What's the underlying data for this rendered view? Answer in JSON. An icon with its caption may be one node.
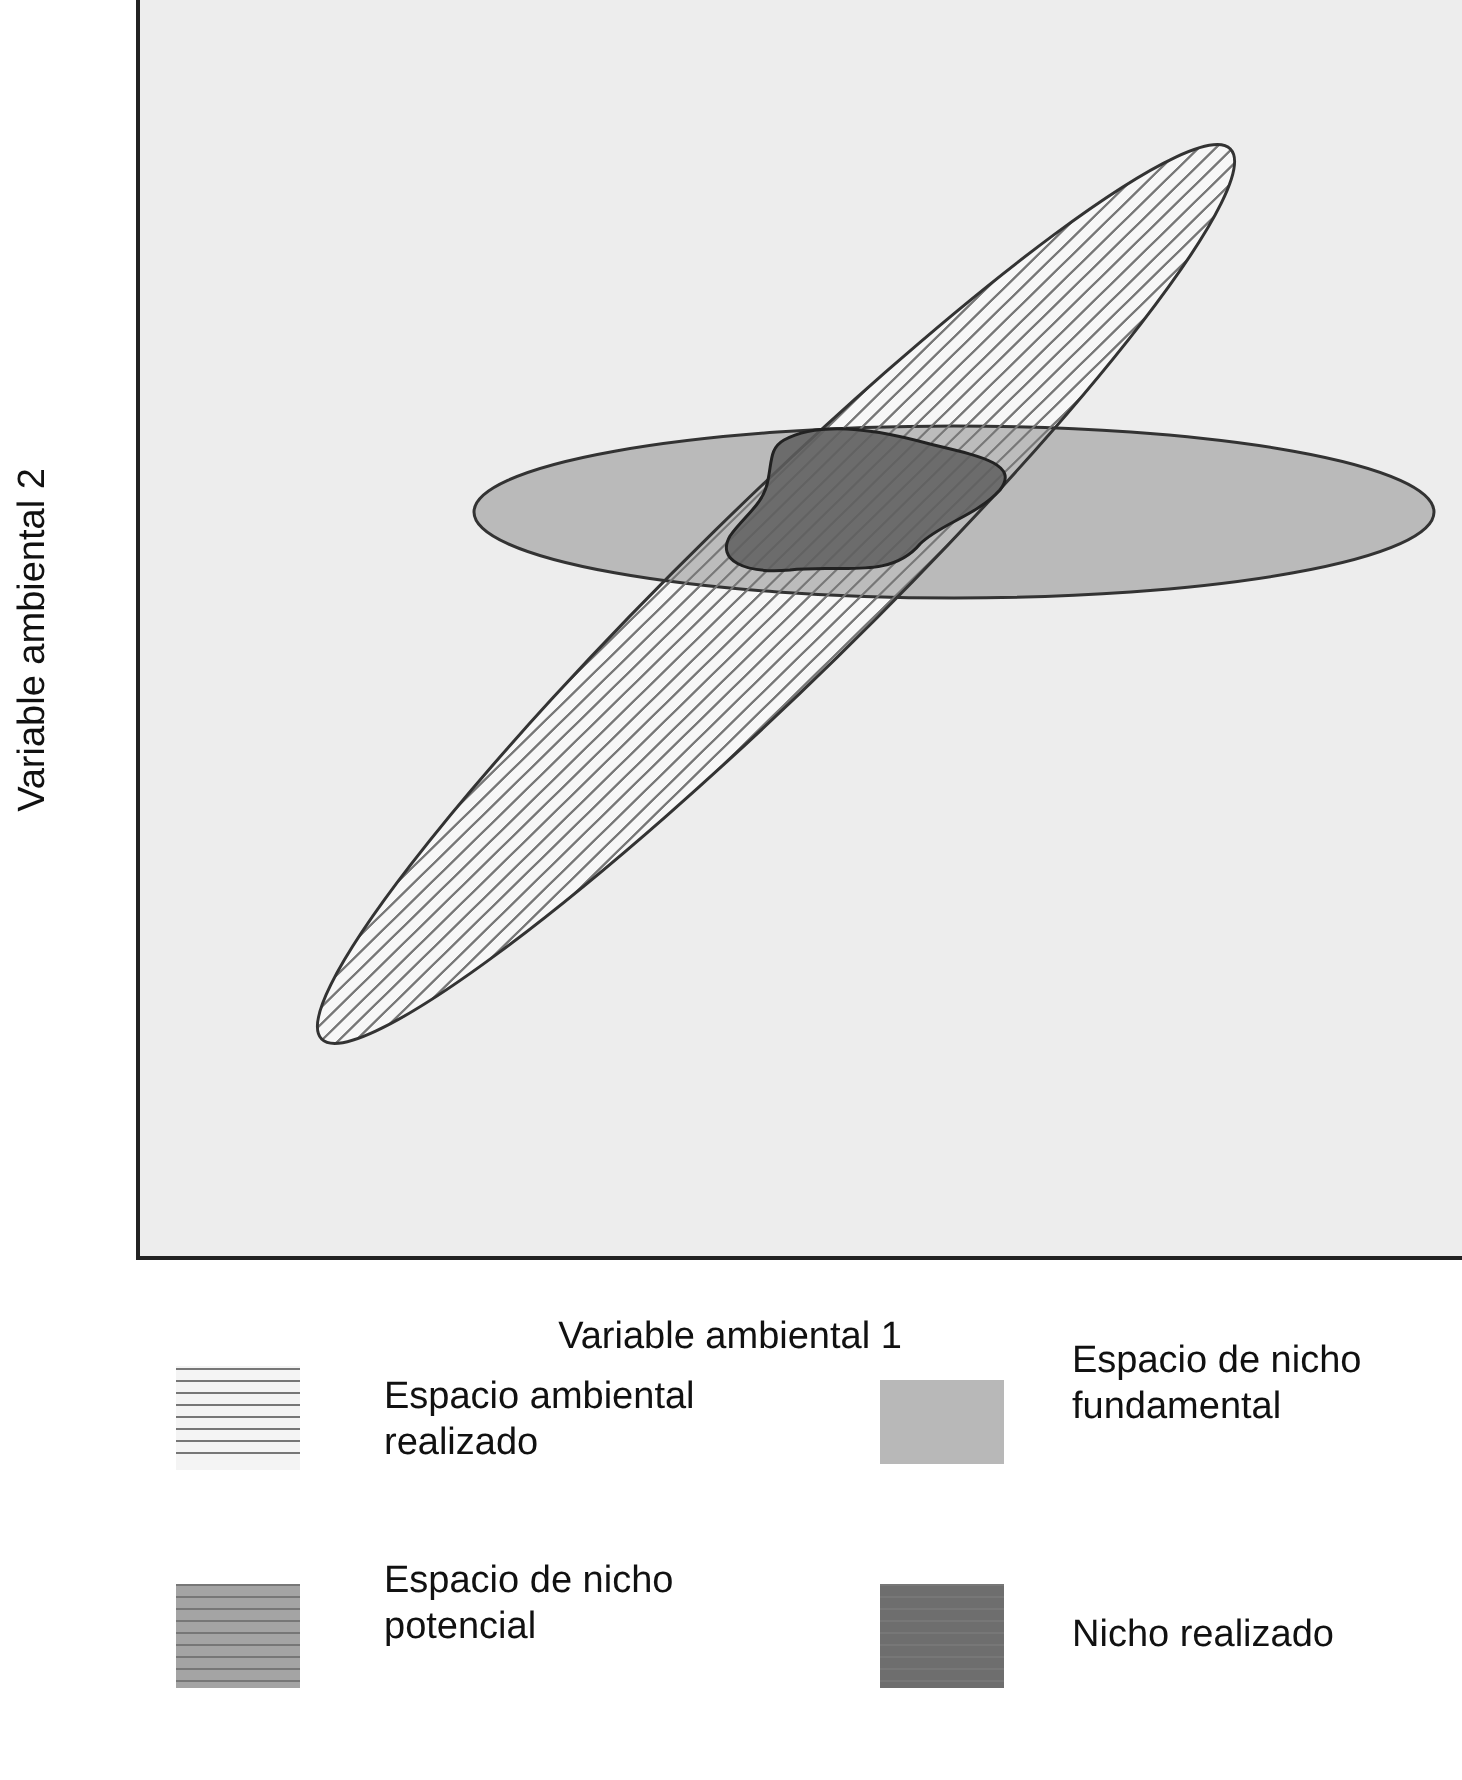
{
  "diagram": {
    "labels": [
      "Variable ambiental 2",
      "Variable ambiental 1"
    ],
    "legend": [
      {
        "text": "Espacio ambiental realizado",
        "color": "#f4f4f4"
      },
      {
        "text": "Espacio de nicho fundamental",
        "color": "#b8b8b8"
      },
      {
        "text": "Espacio de nicho potencial",
        "color": "#a4a4a4"
      },
      {
        "text": "Nicho realizado",
        "color": "#6e6e6e"
      }
    ]
  }
}
